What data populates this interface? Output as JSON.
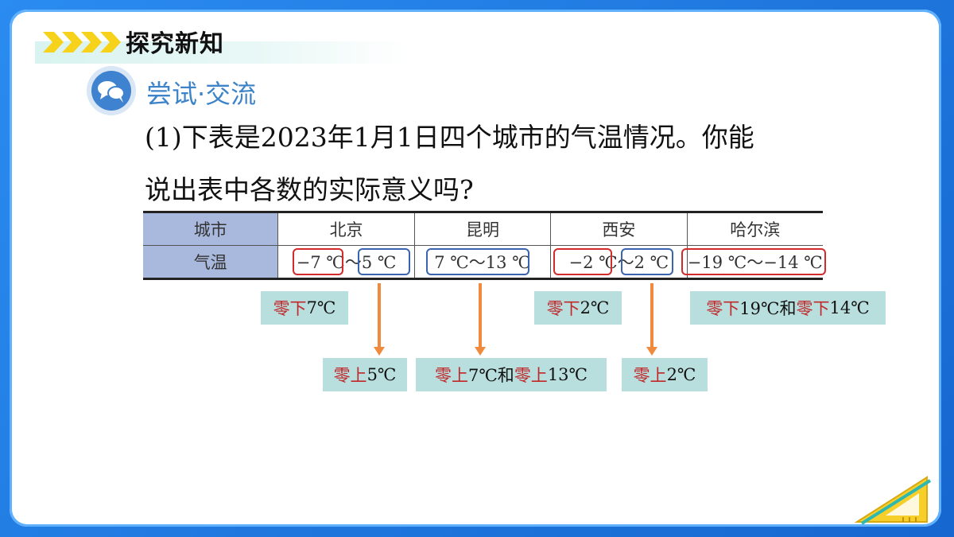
{
  "section_title": "探究新知",
  "sub_heading": "尝试·交流",
  "question": {
    "line1": "(1)下表是2023年1月1日四个城市的气温情况。你能",
    "line2": "说出表中各数的实际意义吗?"
  },
  "table": {
    "row_labels": [
      "城市",
      "气温"
    ],
    "cities": [
      "北京",
      "昆明",
      "西安",
      "哈尔滨"
    ],
    "temps": {
      "beijing": {
        "low": "−7 ℃",
        "sep": "～",
        "high": "5 ℃"
      },
      "kunming": "7 ℃～13 ℃",
      "xian": {
        "low": "−2 ℃",
        "sep": "～",
        "high": "2 ℃"
      },
      "harbin": "−19 ℃～−14 ℃"
    }
  },
  "labels": {
    "beijing_low": {
      "prefix": "零下",
      "value": "7℃"
    },
    "beijing_high": {
      "prefix": "零上",
      "value": "5℃"
    },
    "kunming": {
      "prefix1": "零上",
      "value1": "7℃和",
      "prefix2": "零上",
      "value2": "13℃"
    },
    "xian_low": {
      "prefix": "零下",
      "value": "2℃"
    },
    "xian_high": {
      "prefix": "零上",
      "value": "2℃"
    },
    "harbin": {
      "prefix1": "零下",
      "value1": "19℃和",
      "prefix2": "零下",
      "value2": "14℃"
    }
  },
  "colors": {
    "accent_blue": "#3d83c8",
    "highlight_red": "#d32a2a",
    "highlight_blue": "#3a64b0",
    "arrow_orange": "#f08a3c",
    "label_bg": "#b8dedd",
    "header_cell_bg": "#a9b8dd"
  }
}
